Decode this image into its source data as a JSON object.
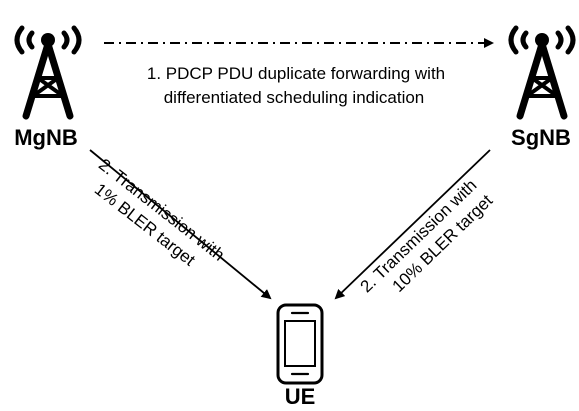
{
  "nodes": {
    "mgnb": {
      "label": "MgNB",
      "icon": "cell-tower-icon"
    },
    "sgnb": {
      "label": "SgNB",
      "icon": "cell-tower-icon"
    },
    "ue": {
      "label": "UE",
      "icon": "smartphone-icon"
    }
  },
  "edges": {
    "forwarding": {
      "line1": "1. PDCP PDU duplicate forwarding with",
      "line2": "differentiated scheduling indication",
      "style": "dash-dot"
    },
    "mgnb_to_ue": {
      "line1": "2. Transmission with",
      "line2": "1% BLER target"
    },
    "sgnb_to_ue": {
      "line1": "2. Transmission with",
      "line2": "10% BLER target"
    }
  },
  "colors": {
    "stroke": "#000000",
    "background": "#ffffff"
  }
}
